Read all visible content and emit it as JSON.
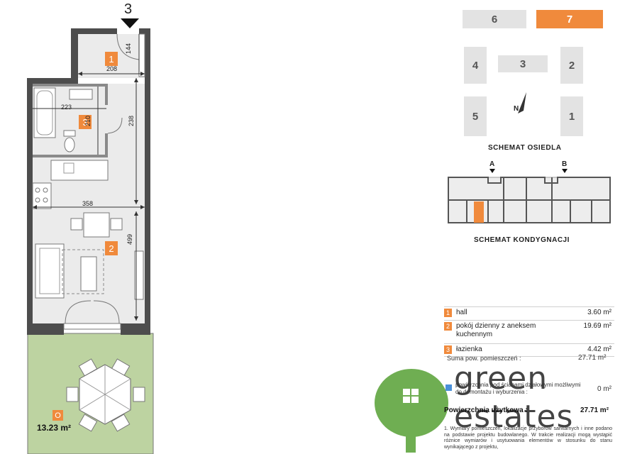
{
  "plan": {
    "view_marker": "3",
    "rooms": [
      {
        "num": "1"
      },
      {
        "num": "2"
      },
      {
        "num": "3"
      }
    ],
    "dimensions": {
      "d144": "144",
      "d208": "208",
      "d223": "223",
      "d210": "210",
      "d238": "238",
      "d358": "358",
      "d499": "499"
    },
    "terrace": {
      "label": "O",
      "area": "13.23 m²"
    }
  },
  "estate_scheme": {
    "buildings": [
      "6",
      "7",
      "4",
      "3",
      "2",
      "5",
      "1"
    ],
    "active_building": "7",
    "north_label": "N",
    "caption": "SCHEMAT OSIEDLA",
    "active_color": "#f08a3c"
  },
  "floor_scheme": {
    "markers": [
      "A",
      "B"
    ],
    "caption": "SCHEMAT KONDYGNACJI"
  },
  "room_table": {
    "rows": [
      {
        "num": "1",
        "name": "hall",
        "area": "3.60 m²"
      },
      {
        "num": "2",
        "name": "pokój dzienny z aneksem kuchennym",
        "area": "19.69 m²"
      },
      {
        "num": "3",
        "name": "łazienka",
        "area": "4.42 m²"
      }
    ],
    "sum_label": "Suma pow. pomieszczeń :",
    "sum_value": "27.71 m²",
    "walls_label": "powierzchnia pod ścianami działowymi możliwymi do demontażu i wyburzenia :",
    "walls_value": "0 m²",
    "usable_label": "Powierzchnia użytkowa :",
    "usable_value": "27.71 m²",
    "note": "1. Wymiary pomieszczeń, lokalizacje przyborów sanitarnych i inne podano na podstawie projektu budowlanego. W trakcie realizacji mogą wystąpić różnice wymiarów i usytuowania elementów w stosunku do stanu wynikającego z projektu,"
  },
  "brand": {
    "line1": "green",
    "line2": "estates",
    "tree_color": "#6fae52"
  }
}
